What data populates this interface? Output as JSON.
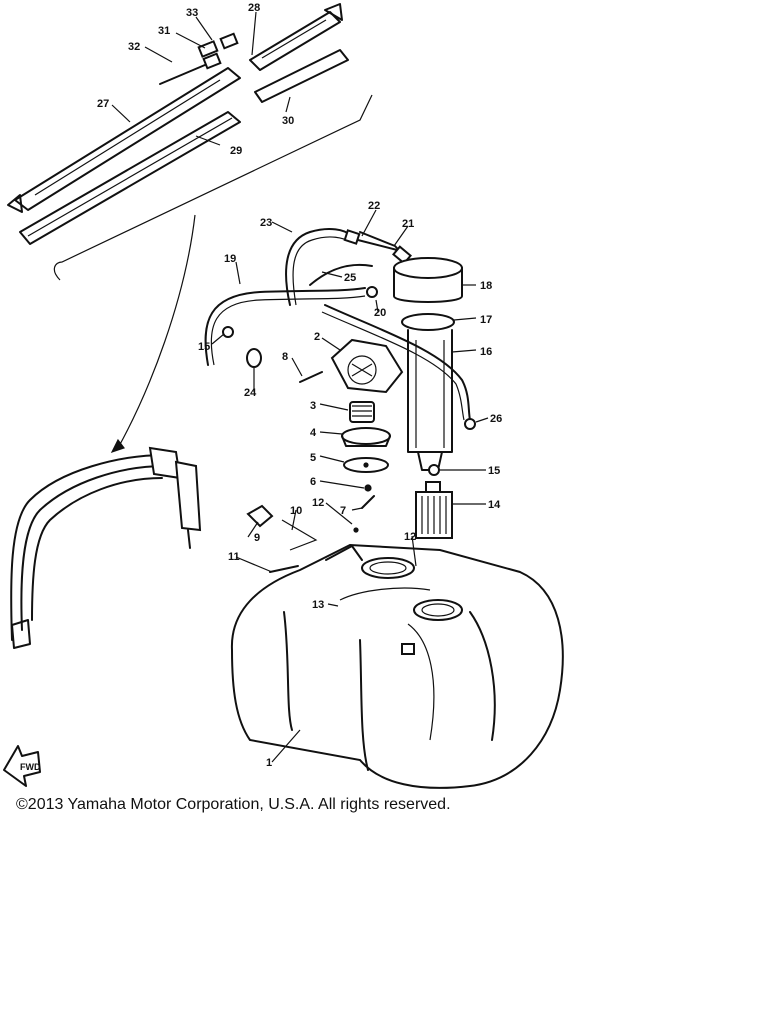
{
  "copyright": "©2013 Yamaha Motor Corporation, U.S.A. All rights reserved.",
  "fwd_label": "FWD",
  "callouts": {
    "c1": "1",
    "c2": "2",
    "c3": "3",
    "c4": "4",
    "c5": "5",
    "c6": "6",
    "c7": "7",
    "c8": "8",
    "c9": "9",
    "c10": "10",
    "c11": "11",
    "c12a": "12",
    "c12b": "12",
    "c13": "13",
    "c14": "14",
    "c15a": "15",
    "c15b": "15",
    "c16": "16",
    "c17": "17",
    "c18": "18",
    "c19": "19",
    "c20": "20",
    "c21": "21",
    "c22": "22",
    "c23": "23",
    "c24": "24",
    "c25": "25",
    "c26": "26",
    "c27": "27",
    "c28": "28",
    "c29": "29",
    "c30": "30",
    "c31": "31",
    "c32": "32",
    "c33": "33"
  }
}
